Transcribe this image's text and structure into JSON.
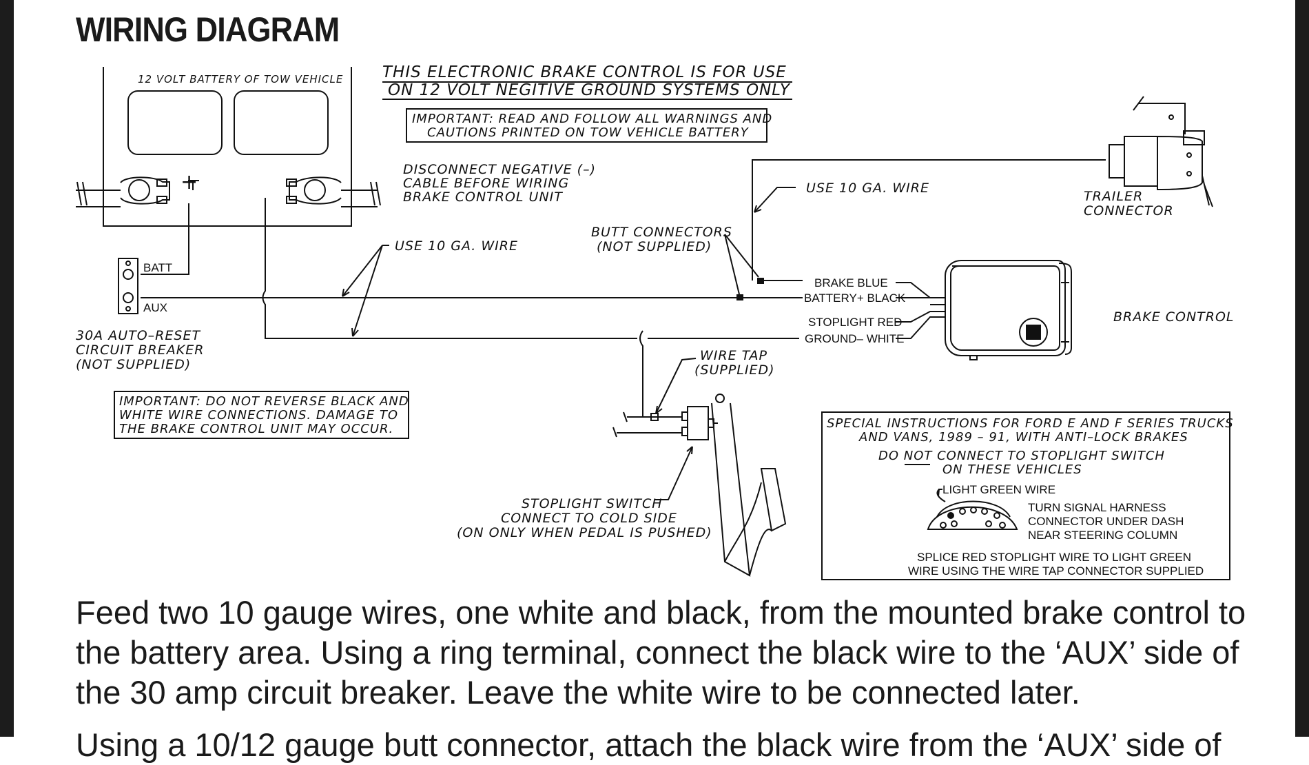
{
  "title": "WIRING DIAGRAM",
  "labels": {
    "battery": "12 VOLT BATTERY OF TOW VEHICLE",
    "plus": "+",
    "system_line1": "THIS ELECTRONIC BRAKE CONTROL IS FOR USE",
    "system_line2": "ON 12 VOLT NEGITIVE GROUND SYSTEMS ONLY",
    "important1_line1": "IMPORTANT: READ AND FOLLOW ALL WARNINGS AND",
    "important1_line2": "CAUTIONS PRINTED ON TOW VEHICLE BATTERY",
    "disconnect_line1": "DISCONNECT NEGATIVE (–)",
    "disconnect_line2": "CABLE BEFORE WIRING",
    "disconnect_line3": "BRAKE CONTROL UNIT",
    "use_wire_left": "USE 10 GA. WIRE",
    "use_wire_right": "USE 10 GA. WIRE",
    "butt_line1": "BUTT CONNECTORS",
    "butt_line2": "(NOT SUPPLIED)",
    "trailer_line1": "TRAILER",
    "trailer_line2": "CONNECTOR",
    "batt": "BATT",
    "aux": "AUX",
    "breaker_line1": "30A AUTO–RESET",
    "breaker_line2": "CIRCUIT BREAKER",
    "breaker_line3": "(NOT SUPPLIED)",
    "wire_brake_blue": "BRAKE BLUE",
    "wire_battery_black": "BATTERY+ BLACK",
    "wire_stoplight_red": "STOPLIGHT RED",
    "wire_ground_white": "GROUND– WHITE",
    "brake_control": "BRAKE CONTROL",
    "wire_tap_line1": "WIRE TAP",
    "wire_tap_line2": "(SUPPLIED)",
    "important2_line1": "IMPORTANT: DO NOT REVERSE BLACK AND",
    "important2_line2": "WHITE WIRE CONNECTIONS. DAMAGE TO",
    "important2_line3": "THE BRAKE CONTROL UNIT MAY OCCUR.",
    "stoplight_line1": "STOPLIGHT SWITCH",
    "stoplight_line2": "CONNECT TO COLD SIDE",
    "stoplight_line3": "(ON ONLY WHEN PEDAL IS PUSHED)",
    "special_line1": "SPECIAL INSTRUCTIONS FOR FORD E AND F SERIES TRUCKS",
    "special_line2": "AND VANS, 1989 – 91, WITH ANTI–LOCK BRAKES",
    "special_do": "DO ",
    "special_not": "NOT",
    "special_rest": " CONNECT TO STOPLIGHT SWITCH",
    "special_line4": "ON THESE VEHICLES",
    "light_green": "LIGHT GREEN WIRE",
    "harness_line1": "TURN SIGNAL HARNESS",
    "harness_line2": "CONNECTOR UNDER DASH",
    "harness_line3": "NEAR STEERING COLUMN",
    "splice_line1": "SPLICE RED STOPLIGHT WIRE TO LIGHT GREEN",
    "splice_line2": "WIRE USING THE WIRE TAP CONNECTOR SUPPLIED"
  },
  "body": {
    "line1": "Feed two 10 gauge wires, one white and black, from the mounted brake control to",
    "line2": "the battery area. Using a ring terminal, connect the black wire to the ‘AUX’ side of",
    "line3": "the 30 amp circuit breaker. Leave the white wire to be connected later.",
    "cut_line": "Using a 10/12 gauge butt connector, attach the black wire from the ‘AUX’ side of"
  }
}
